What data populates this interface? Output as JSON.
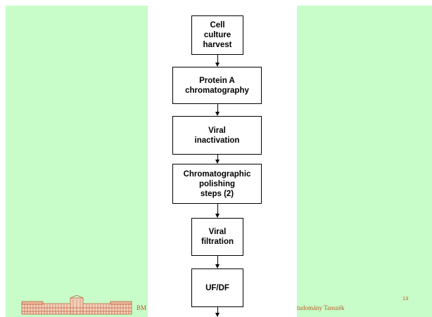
{
  "flowchart": {
    "steps": [
      "Cell\nculture\nharvest",
      "Protein A\nchromatography",
      "Viral\ninactivation",
      "Chromatographic\npolishing\nsteps (2)",
      "Viral\nfiltration",
      "UF/DF"
    ]
  },
  "footer": {
    "left_text": "BM",
    "right_text": "tudomány Tanszék",
    "page_number": "13"
  },
  "colors": {
    "background_green": "#c8fcc8",
    "footer_text": "#b85a28",
    "logo_brick": "#c0603a"
  },
  "logo": {
    "icon": "university-building-logo"
  }
}
